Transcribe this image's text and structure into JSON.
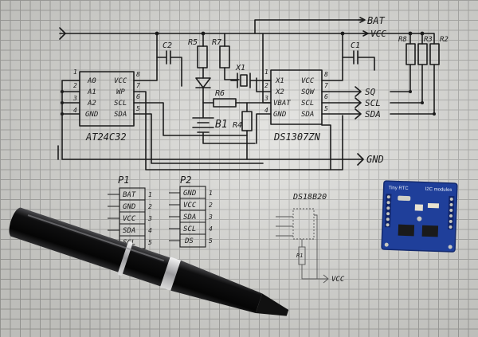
{
  "schematic": {
    "nets": {
      "bat": "BAT",
      "vcc": "VCC",
      "sq": "SQ",
      "scl": "SCL",
      "sda": "SDA",
      "gnd": "GND"
    },
    "eeprom": {
      "part": "AT24C32",
      "pins_left": [
        "A0",
        "A1",
        "A2",
        "GND"
      ],
      "pins_left_nums": [
        "1",
        "2",
        "3",
        "4"
      ],
      "pins_right": [
        "VCC",
        "WP",
        "SCL",
        "SDA"
      ],
      "pins_right_nums": [
        "8",
        "7",
        "6",
        "5"
      ]
    },
    "rtc": {
      "part": "DS1307ZN",
      "pins_left": [
        "X1",
        "X2",
        "VBAT",
        "GND"
      ],
      "pins_left_nums": [
        "1",
        "2",
        "3",
        "4"
      ],
      "pins_right": [
        "VCC",
        "SQW",
        "SCL",
        "SDA"
      ],
      "pins_right_nums": [
        "8",
        "7",
        "6",
        "5"
      ]
    },
    "components": {
      "c2": "C2",
      "c1": "C1",
      "r5": "R5",
      "r7": "R7",
      "r6": "R6",
      "r4": "R4",
      "r8": "R8",
      "r3": "R3",
      "r2": "R2",
      "x1": "X1",
      "b1": "B1"
    },
    "p1": {
      "title": "P1",
      "pins": [
        "BAT",
        "GND",
        "VCC",
        "SDA",
        "SCL"
      ],
      "nums": [
        "1",
        "2",
        "3",
        "4",
        "5"
      ]
    },
    "p2": {
      "title": "P2",
      "pins": [
        "GND",
        "VCC",
        "SDA",
        "SCL",
        "DS"
      ],
      "nums": [
        "1",
        "2",
        "3",
        "4",
        "5"
      ]
    },
    "ds18b20": {
      "title": "DS18B20",
      "r1": "R1",
      "vcc": "VCC"
    }
  },
  "module_board": {
    "title": "Tiny RTC",
    "subtitle": "I2C modules",
    "colors": {
      "pcb": "#1f3f9a",
      "pcb_edge": "#142a6e",
      "silk": "#e8eef8",
      "chip": "#1a1a1a"
    }
  },
  "pen": {
    "colors": {
      "body": "#0f0f10",
      "band": "#c9c9cc",
      "tip": "#1a1a1a"
    }
  }
}
